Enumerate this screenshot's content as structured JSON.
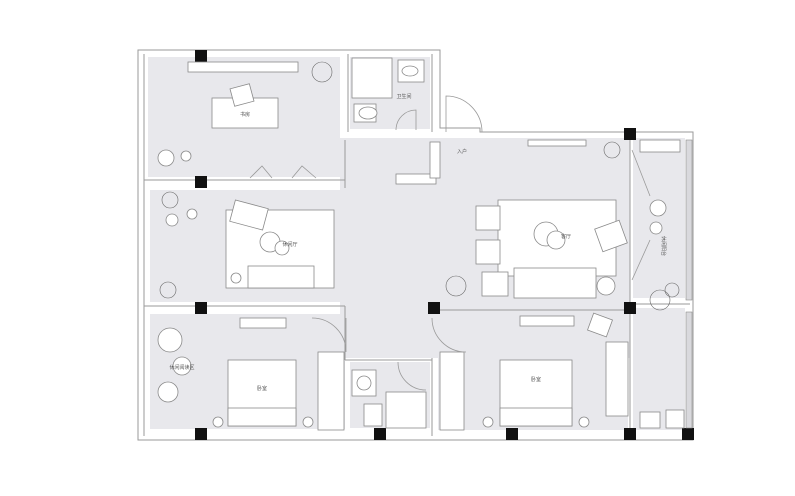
{
  "labels": {
    "study": "书房",
    "bath_top": "卫生间",
    "entrance": "入户",
    "lounge_left": "休闲厅",
    "living": "客厅",
    "balcony_right": "休闲阳台",
    "reading": "休闲阅读区",
    "bedroom_left": "卧室",
    "bedroom_right": "卧室"
  }
}
